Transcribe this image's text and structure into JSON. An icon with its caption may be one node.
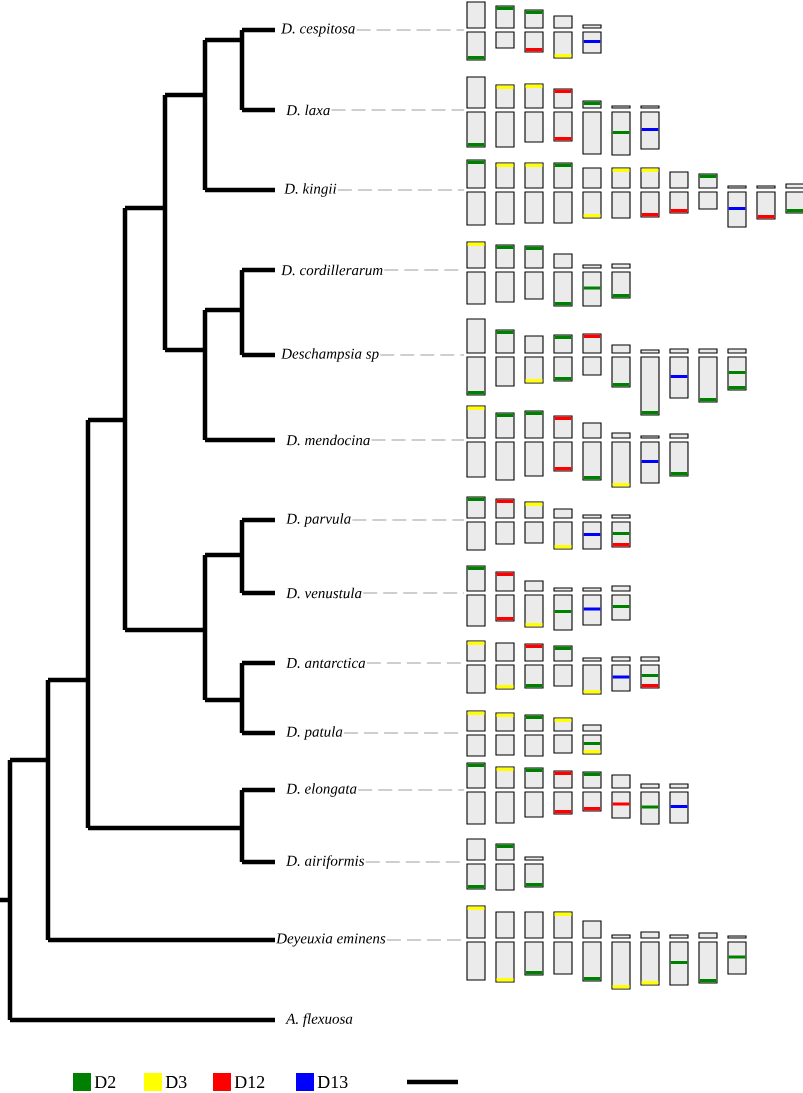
{
  "diagram": {
    "nodes": [
      {
        "text": [
          "D. cespitosa"
        ]
      },
      {
        "text": [
          "D. laxa"
        ]
      },
      {
        "text": [
          "D. kingii"
        ]
      },
      {
        "text": [
          "D. cordillerarum"
        ]
      },
      {
        "text": [
          "Deschampsia sp"
        ]
      },
      {
        "text": [
          "D. mendocina"
        ]
      },
      {
        "text": [
          "D. parvula"
        ]
      },
      {
        "text": [
          "D. venustula"
        ]
      },
      {
        "text": [
          "D. antarctica"
        ]
      },
      {
        "text": [
          "D. patula"
        ]
      },
      {
        "text": [
          "D. elongata"
        ]
      },
      {
        "text": [
          "D. airiformis"
        ]
      },
      {
        "text": [
          "Deyeuxia eminens"
        ]
      },
      {
        "text": [
          "A. flexuosa"
        ]
      }
    ],
    "edges": [
      {
        "from": 0,
        "to": null,
        "arrow": "none",
        "style": "dashed"
      },
      {
        "from": 1,
        "to": null,
        "arrow": "none",
        "style": "dashed"
      },
      {
        "from": 2,
        "to": null,
        "arrow": "none",
        "style": "dashed"
      },
      {
        "from": 3,
        "to": null,
        "arrow": "none",
        "style": "dashed"
      },
      {
        "from": 4,
        "to": null,
        "arrow": "none",
        "style": "dashed"
      },
      {
        "from": 5,
        "to": null,
        "arrow": "none",
        "style": "dashed"
      },
      {
        "from": 6,
        "to": null,
        "arrow": "none",
        "style": "dashed"
      },
      {
        "from": 7,
        "to": null,
        "arrow": "none",
        "style": "dashed"
      },
      {
        "from": 8,
        "to": null,
        "arrow": "none",
        "style": "dashed"
      },
      {
        "from": 9,
        "to": null,
        "arrow": "none",
        "style": "dashed"
      },
      {
        "from": 10,
        "to": null,
        "arrow": "none",
        "style": "dashed"
      },
      {
        "from": 11,
        "to": null,
        "arrow": "none",
        "style": "dashed"
      },
      {
        "from": 12,
        "to": null,
        "arrow": "none",
        "style": "dashed"
      }
    ],
    "legend": [
      {
        "text": "D2",
        "color": "#008000"
      },
      {
        "text": "D3",
        "color": "#ffff00"
      },
      {
        "text": "D12",
        "color": "#ff0000"
      },
      {
        "text": "D13",
        "color": "#0000ff"
      }
    ]
  }
}
